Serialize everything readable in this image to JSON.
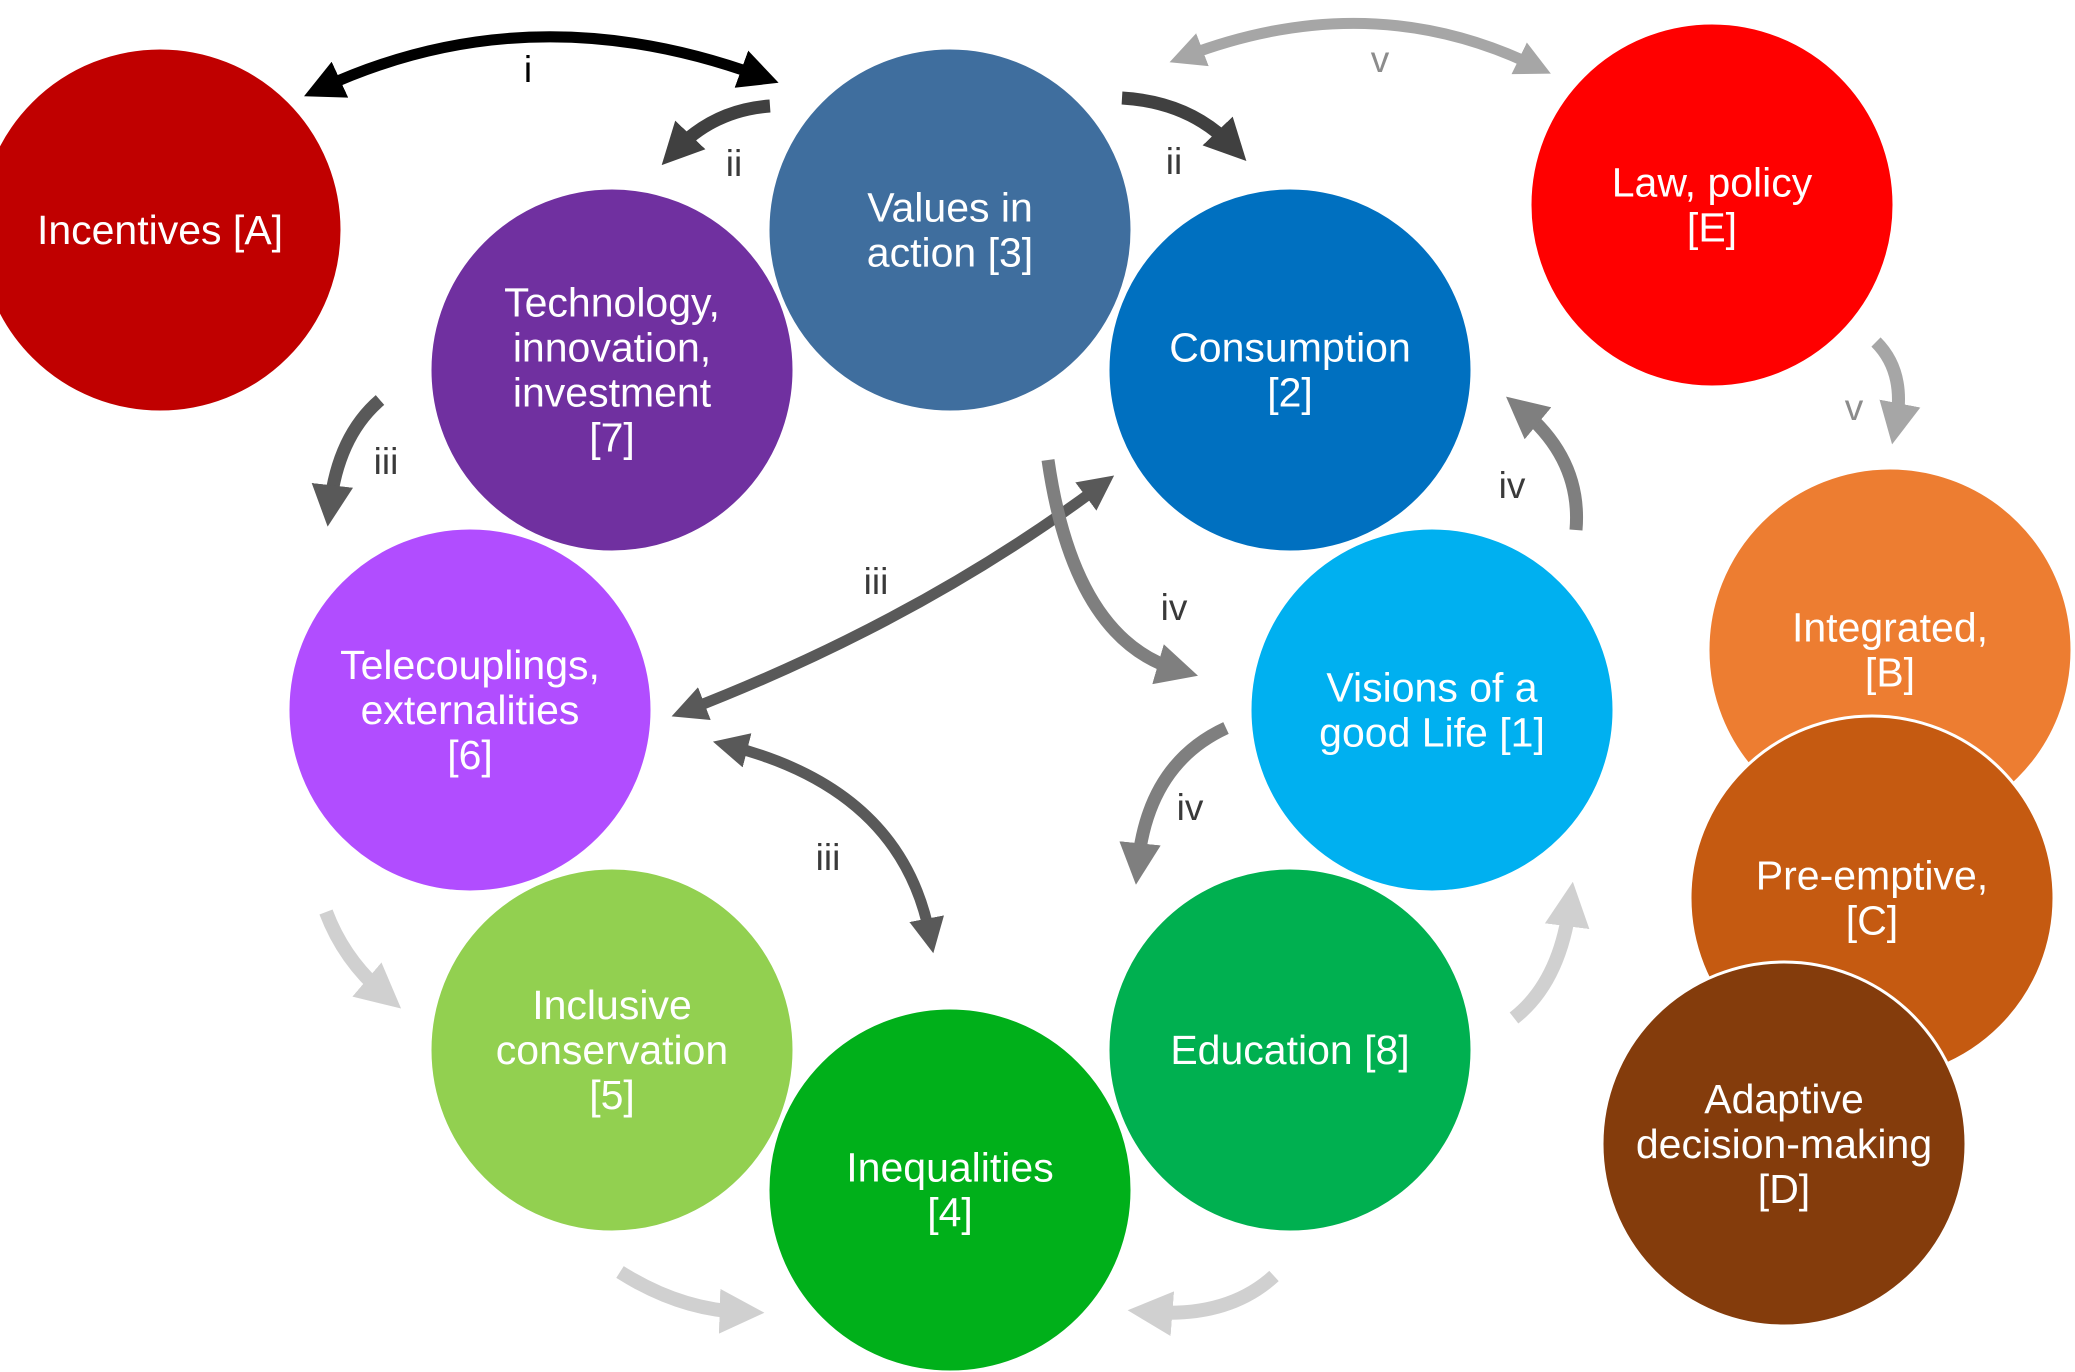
{
  "nodes": [
    {
      "id": "A",
      "lines": [
        "Incentives [A]"
      ],
      "color": "#C00000"
    },
    {
      "id": "3",
      "lines": [
        "Values in",
        "action [3]"
      ],
      "color": "#3F6E9E"
    },
    {
      "id": "7",
      "lines": [
        "Technology,",
        "innovation,",
        "investment",
        "[7]"
      ],
      "color": "#7030A0"
    },
    {
      "id": "2",
      "lines": [
        "Consumption",
        "[2]"
      ],
      "color": "#0070C0"
    },
    {
      "id": "E",
      "lines": [
        "Law, policy",
        "[E]"
      ],
      "color": "#FF0000"
    },
    {
      "id": "6",
      "lines": [
        "Telecouplings,",
        "externalities",
        "[6]"
      ],
      "color": "#B14DFF"
    },
    {
      "id": "1",
      "lines": [
        "Visions of a",
        "good Life [1]"
      ],
      "color": "#00B0F0"
    },
    {
      "id": "B",
      "lines": [
        "Integrated,",
        "[B]"
      ],
      "color": "#ED7D31"
    },
    {
      "id": "C",
      "lines": [
        "Pre-emptive,",
        "[C]"
      ],
      "color": "#C55A11"
    },
    {
      "id": "D",
      "lines": [
        "Adaptive",
        "decision-making",
        "[D]"
      ],
      "color": "#843C0C"
    },
    {
      "id": "5",
      "lines": [
        "Inclusive",
        "conservation",
        "[5]"
      ],
      "color": "#92D050"
    },
    {
      "id": "8",
      "lines": [
        "Education [8]"
      ],
      "color": "#00B050"
    },
    {
      "id": "4",
      "lines": [
        "Inequalities",
        "[4]"
      ],
      "color": "#00B01A"
    }
  ],
  "arrow_labels": [
    {
      "id": "i-A-3",
      "text": "i",
      "color": "#000000"
    },
    {
      "id": "ii-3-7",
      "text": "ii",
      "color": "#3A3A3A"
    },
    {
      "id": "ii-3-2",
      "text": "ii",
      "color": "#3A3A3A"
    },
    {
      "id": "v-top",
      "text": "v",
      "color": "#8C8C8C"
    },
    {
      "id": "v-right",
      "text": "v",
      "color": "#8C8C8C"
    },
    {
      "id": "iii-7-6",
      "text": "iii",
      "color": "#3A3A3A"
    },
    {
      "id": "iii-6-2",
      "text": "iii",
      "color": "#3A3A3A"
    },
    {
      "id": "iii-6-4",
      "text": "iii",
      "color": "#3A3A3A"
    },
    {
      "id": "iv-1-2",
      "text": "iv",
      "color": "#3A3A3A"
    },
    {
      "id": "iv-2-1",
      "text": "iv",
      "color": "#3A3A3A"
    },
    {
      "id": "iv-1-8",
      "text": "iv",
      "color": "#3A3A3A"
    }
  ],
  "arrow_colors": {
    "black": "#000000",
    "dark": "#595959",
    "mid": "#7F7F7F",
    "light": "#A6A6A6",
    "pale": "#D0D0D0"
  }
}
